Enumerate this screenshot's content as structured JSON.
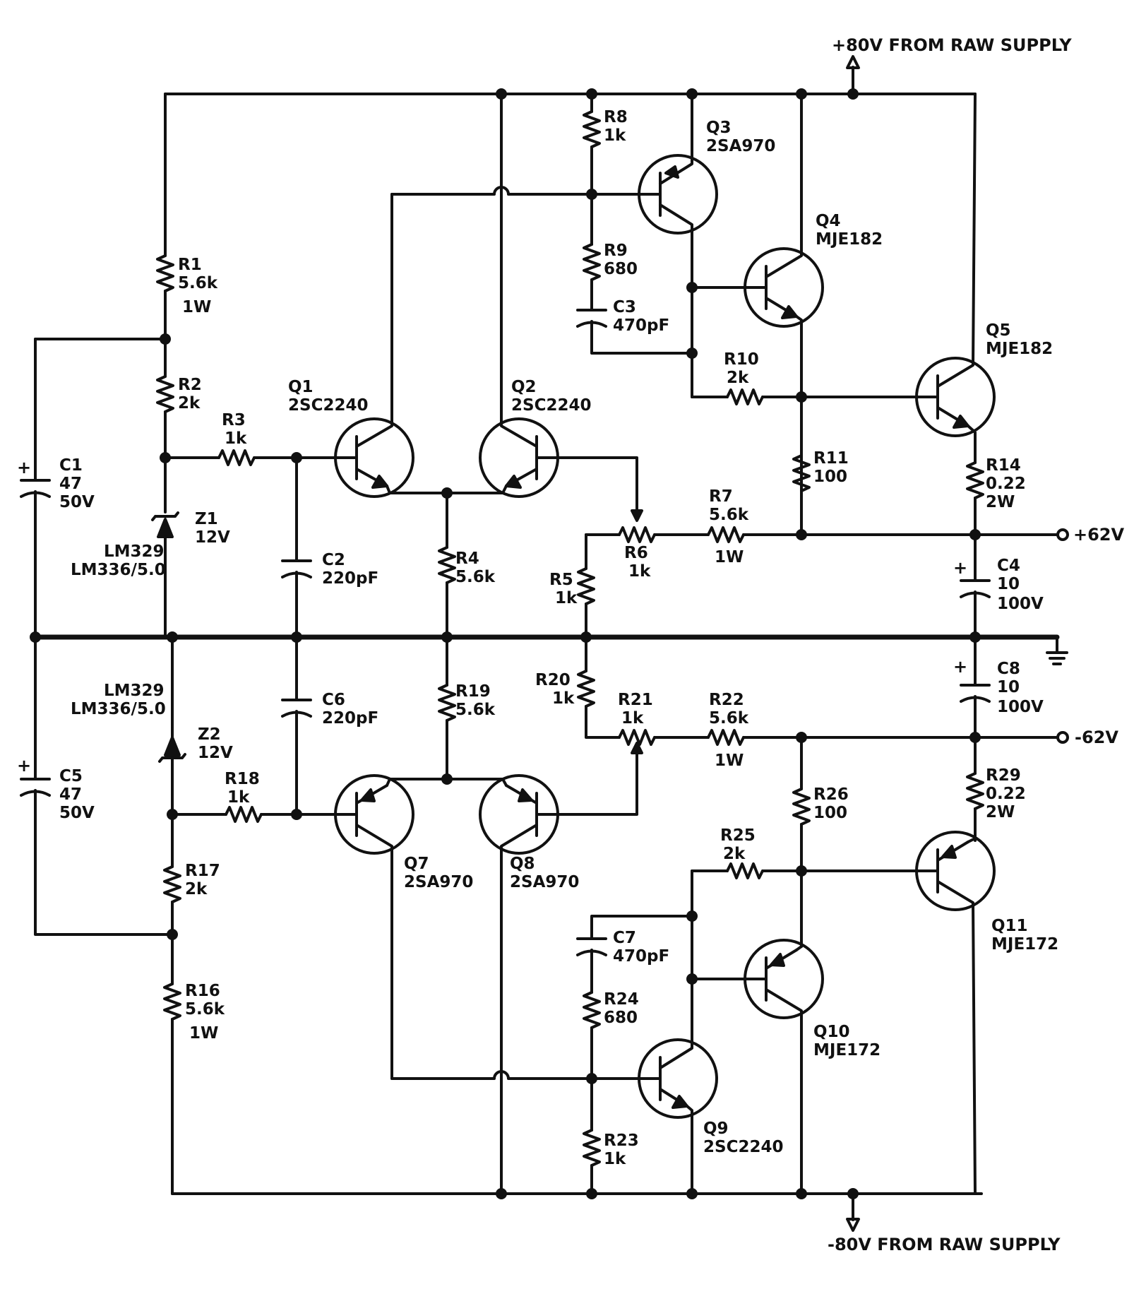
{
  "supply": {
    "positive_raw": "+80V FROM RAW SUPPLY",
    "negative_raw": "-80V FROM RAW SUPPLY",
    "positive_out": "+62V",
    "negative_out": "-62V"
  },
  "resistors": {
    "R1": {
      "name": "R1",
      "value": "5.6k",
      "rating": "1W"
    },
    "R2": {
      "name": "R2",
      "value": "2k"
    },
    "R3": {
      "name": "R3",
      "value": "1k"
    },
    "R4": {
      "name": "R4",
      "value": "5.6k"
    },
    "R5": {
      "name": "R5",
      "value": "1k"
    },
    "R6": {
      "name": "R6",
      "value": "1k"
    },
    "R7": {
      "name": "R7",
      "value": "5.6k",
      "rating": "1W"
    },
    "R8": {
      "name": "R8",
      "value": "1k"
    },
    "R9": {
      "name": "R9",
      "value": "680"
    },
    "R10": {
      "name": "R10",
      "value": "2k"
    },
    "R11": {
      "name": "R11",
      "value": "100"
    },
    "R14": {
      "name": "R14",
      "value": "0.22",
      "rating": "2W"
    },
    "R16": {
      "name": "R16",
      "value": "5.6k",
      "rating": "1W"
    },
    "R17": {
      "name": "R17",
      "value": "2k"
    },
    "R18": {
      "name": "R18",
      "value": "1k"
    },
    "R19": {
      "name": "R19",
      "value": "5.6k"
    },
    "R20": {
      "name": "R20",
      "value": "1k"
    },
    "R21": {
      "name": "R21",
      "value": "1k"
    },
    "R22": {
      "name": "R22",
      "value": "5.6k",
      "rating": "1W"
    },
    "R23": {
      "name": "R23",
      "value": "1k"
    },
    "R24": {
      "name": "R24",
      "value": "680"
    },
    "R25": {
      "name": "R25",
      "value": "2k"
    },
    "R26": {
      "name": "R26",
      "value": "100"
    },
    "R29": {
      "name": "R29",
      "value": "0.22",
      "rating": "2W"
    }
  },
  "capacitors": {
    "C1": {
      "name": "C1",
      "value": "47",
      "rating": "50V"
    },
    "C2": {
      "name": "C2",
      "value": "220pF"
    },
    "C3": {
      "name": "C3",
      "value": "470pF"
    },
    "C4": {
      "name": "C4",
      "value": "10",
      "rating": "100V"
    },
    "C5": {
      "name": "C5",
      "value": "47",
      "rating": "50V"
    },
    "C6": {
      "name": "C6",
      "value": "220pF"
    },
    "C7": {
      "name": "C7",
      "value": "470pF"
    },
    "C8": {
      "name": "C8",
      "value": "10",
      "rating": "100V"
    }
  },
  "zeners": {
    "Z1": {
      "name": "Z1",
      "value": "12V",
      "part1": "LM329",
      "part2": "LM336/5.0"
    },
    "Z2": {
      "name": "Z2",
      "value": "12V",
      "part1": "LM329",
      "part2": "LM336/5.0"
    }
  },
  "transistors": {
    "Q1": {
      "name": "Q1",
      "part": "2SC2240"
    },
    "Q2": {
      "name": "Q2",
      "part": "2SC2240"
    },
    "Q3": {
      "name": "Q3",
      "part": "2SA970"
    },
    "Q4": {
      "name": "Q4",
      "part": "MJE182"
    },
    "Q5": {
      "name": "Q5",
      "part": "MJE182"
    },
    "Q7": {
      "name": "Q7",
      "part": "2SA970"
    },
    "Q8": {
      "name": "Q8",
      "part": "2SA970"
    },
    "Q9": {
      "name": "Q9",
      "part": "2SC2240"
    },
    "Q10": {
      "name": "Q10",
      "part": "MJE172"
    },
    "Q11": {
      "name": "Q11",
      "part": "MJE172"
    }
  }
}
